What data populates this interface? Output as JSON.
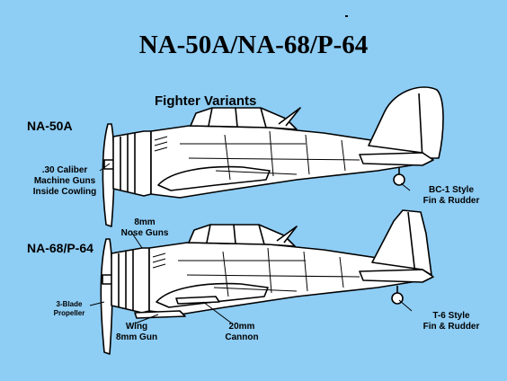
{
  "title": "NA-50A/NA-68/P-64",
  "subtitle": "Fighter Variants",
  "variants": {
    "top": "NA-50A",
    "bottom": "NA-68/P-64"
  },
  "annotations": {
    "guns_cowling": [
      ".30 Caliber",
      "Machine Guns",
      "Inside Cowling"
    ],
    "bc1": [
      "BC-1 Style",
      "Fin & Rudder"
    ],
    "nose_guns": [
      "8mm",
      "Nose Guns"
    ],
    "propeller": [
      "3-Blade",
      "Propeller"
    ],
    "wing_gun": [
      "Wing",
      "8mm Gun"
    ],
    "cannon": [
      "20mm",
      "Cannon"
    ],
    "t6": [
      "T-6 Style",
      "Fin & Rudder"
    ]
  }
}
